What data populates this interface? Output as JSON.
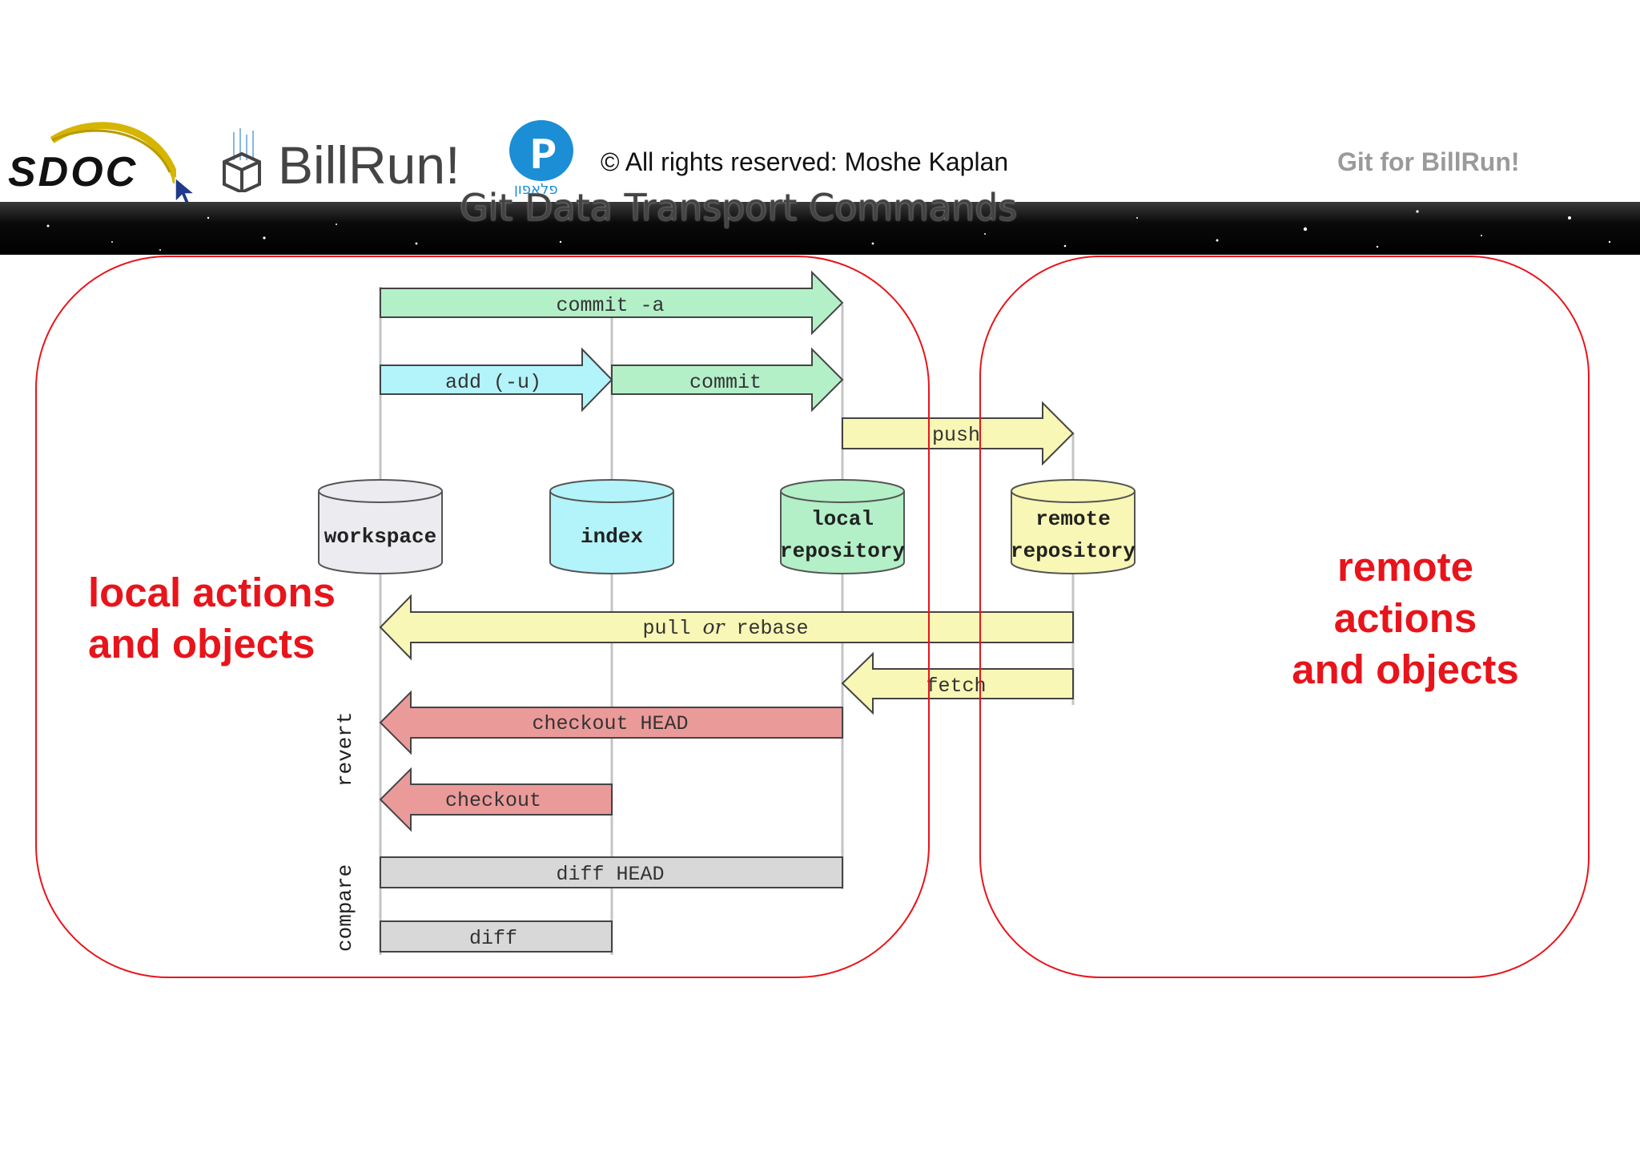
{
  "header": {
    "logo_sdoc": "SDOC",
    "logo_billrun": "BillRun!",
    "logo_pelephone": "פלאפון",
    "copyright": "© All rights reserved: Moshe Kaplan",
    "subtitle": "Git for BillRun!",
    "banner_title": "Git Data Transport Commands"
  },
  "regions": {
    "local_line1": "local actions",
    "local_line2": "and objects",
    "remote_line1": "remote",
    "remote_line2": "actions",
    "remote_line3": "and objects"
  },
  "stores": {
    "workspace": "workspace",
    "index": "index",
    "local_line1": "local",
    "local_line2": "repository",
    "remote_line1": "remote",
    "remote_line2": "repository"
  },
  "commands": {
    "commit_a": "commit -a",
    "add_u": "add (-u)",
    "commit": "commit",
    "push": "push",
    "pull_a": "pull ",
    "pull_or": "or",
    "pull_b": " rebase",
    "fetch": "fetch",
    "checkout_head": "checkout HEAD",
    "checkout": "checkout",
    "diff_head": "diff HEAD",
    "diff": "diff"
  },
  "groups": {
    "revert": "revert",
    "compare": "compare"
  },
  "colors": {
    "green": "#b3f0c8",
    "cyan": "#b3f3fa",
    "yellow": "#f8f7b6",
    "red": "#eb9a9a",
    "gray": "#d8d8d8",
    "accent_red": "#e8141b"
  }
}
